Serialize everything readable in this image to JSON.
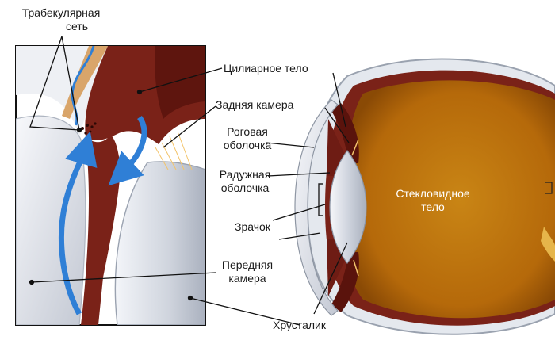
{
  "labels": {
    "trabecular": [
      "Трабекулярная",
      "сеть"
    ],
    "ciliary": "Цилиарное тело",
    "posterior": "Задняя камера",
    "cornea": [
      "Роговая",
      "оболочка"
    ],
    "iris": [
      "Радужная",
      "оболочка"
    ],
    "pupil": "Зрачок",
    "anterior": [
      "Передняя",
      "камера"
    ],
    "lens": "Хрусталик",
    "vitreous": [
      "Стекловидное",
      "тело"
    ]
  },
  "colors": {
    "tissue": "#7a2218",
    "tissue_dark": "#5a130c",
    "flow_arrow": "#2f7fd6",
    "vitreous": "#c9770e",
    "lens": "#dfe3ea",
    "sclera": "#e9edf2",
    "zonule": "#f3c46b"
  }
}
